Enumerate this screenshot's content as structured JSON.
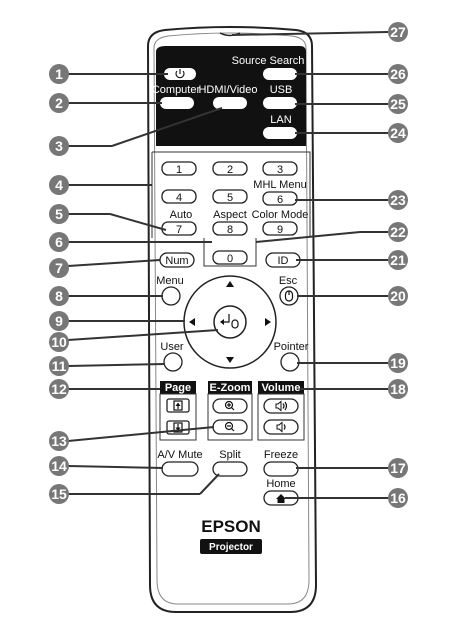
{
  "buttons": {
    "power": "⏻",
    "source_search": "Source Search",
    "computer": "Computer",
    "hdmi_video": "HDMI/Video",
    "usb": "USB",
    "lan": "LAN",
    "num_1": "1",
    "num_2": "2",
    "num_3": "3",
    "num_4": "4",
    "num_5": "5",
    "mhl_menu": "MHL Menu",
    "num_6": "6",
    "auto": "Auto",
    "num_7": "7",
    "aspect": "Aspect",
    "num_8": "8",
    "color_mode": "Color Mode",
    "num_9": "9",
    "num_0": "0",
    "num_key": "Num",
    "id": "ID",
    "menu": "Menu",
    "esc": "Esc",
    "user": "User",
    "pointer": "Pointer",
    "page": "Page",
    "ezoom": "E-Zoom",
    "volume": "Volume",
    "av_mute": "A/V Mute",
    "split": "Split",
    "freeze": "Freeze",
    "home": "Home"
  },
  "brand": "EPSON",
  "badge": "Projector",
  "callouts": [
    "1",
    "2",
    "3",
    "4",
    "5",
    "6",
    "7",
    "8",
    "9",
    "10",
    "11",
    "12",
    "13",
    "14",
    "15",
    "16",
    "17",
    "18",
    "19",
    "20",
    "21",
    "22",
    "23",
    "24",
    "25",
    "26",
    "27"
  ],
  "icons": [
    "power-icon",
    "arrow-up-icon",
    "arrow-down-icon",
    "arrow-left-icon",
    "arrow-right-icon",
    "enter-icon",
    "mouse-icon",
    "page-up-icon",
    "page-down-icon",
    "zoom-in-icon",
    "zoom-out-icon",
    "volume-up-icon",
    "volume-down-icon",
    "home-icon"
  ]
}
